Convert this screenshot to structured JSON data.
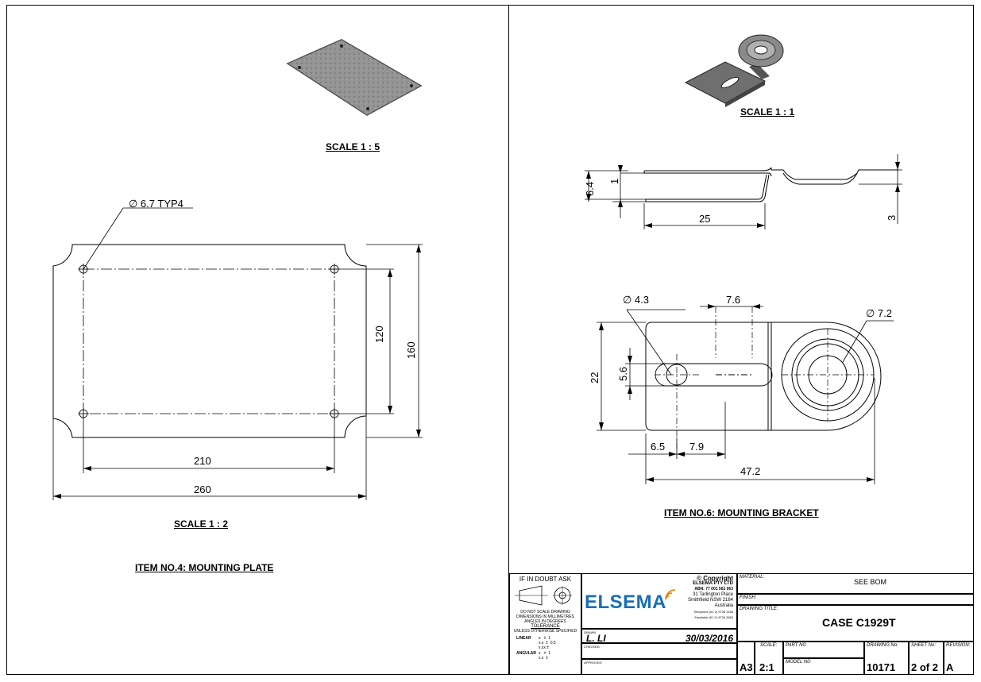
{
  "left_view": {
    "scale_iso": "SCALE 1 : 5",
    "hole_callout": "∅ 6.7 TYP4",
    "dim_120": "120",
    "dim_160": "160",
    "dim_210": "210",
    "dim_260": "260",
    "scale_main": "SCALE 1 : 2",
    "item_title": "ITEM NO.4:  MOUNTING PLATE"
  },
  "right_view": {
    "scale_iso": "SCALE 1 : 1",
    "dim_6_4": "6.4",
    "dim_1": "1",
    "dim_25": "25",
    "dim_3": "3",
    "dim_hole_small": "∅ 4.3",
    "dim_7_6": "7.6",
    "dim_hole_large": "∅ 7.2",
    "dim_22": "22",
    "dim_5_6": "5.6",
    "dim_6_5": "6.5",
    "dim_7_9": "7.9",
    "dim_47_2": "47.2",
    "item_title": "ITEM NO.6: MOUNTING BRACKET"
  },
  "title_block": {
    "doubt": "IF IN DOUBT ASK",
    "no_scale": "DO NOT SCALE DRAWING",
    "mm": "DIMENSIONS IN MILLIMETRES",
    "deg": "ANGLES IN DEGREES",
    "tolerance": "TOLERANCE",
    "unless": "UNLESS OTHERWISE SPECIFIED",
    "linear": "LINEAR",
    "linear_vals": "x   ±  1\nx.x  ±  0.5\nx.xx ±",
    "angular": "ANGULAR",
    "angular_vals": "x   ±  1\nx.x  ±",
    "company_logo": "ELSEMA",
    "copyright": "© Copyright",
    "company": "ELSEMA PTY LTD",
    "abn": "ABN: 77 001 562 063",
    "addr1": "31 Tarlington Place",
    "addr2": "Smithfield NSW 2164",
    "country": "Australia",
    "phone": "Telephone (61 2) 9726 1166",
    "fax": "Facsimile (61 2) 9726 2663",
    "drawn_label": "DRAWN",
    "drawn_by": "L. LI",
    "drawn_date": "30/03/2016",
    "checked_label": "CHECKED:",
    "approved_label": "APPROVED:",
    "material_label": "MATERIAL:",
    "material": "SEE BOM",
    "finish_label": "FINISH:",
    "drawing_title_label": "DRAWING TITLE:",
    "drawing_title": "CASE C1929T",
    "size": "A3",
    "scale_label": "SCALE:",
    "scale": "2:1",
    "part_no_label": "PART N0:",
    "model_no_label": "MODEL N0:",
    "drawing_no_label": "DRAWING No:",
    "drawing_no": "10171",
    "sheet_label": "SHEET No:",
    "sheet": "2 of 2",
    "revision_label": "REVISION:",
    "revision": "A"
  }
}
